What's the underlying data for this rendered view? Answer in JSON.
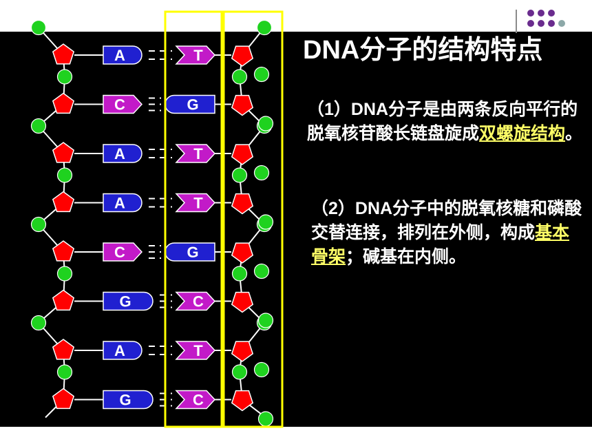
{
  "slide": {
    "title": "DNA分子的结构特点",
    "point1": {
      "text_before": "（1）DNA分子是由两条反向平行的脱氧核苷酸长链盘旋成",
      "highlight": "双螺旋结构",
      "text_after": "。"
    },
    "point2": {
      "text_before": "（2）DNA分子中的脱氧核糖和磷酸交替连接，排列在外侧，构成",
      "highlight": "基本骨架",
      "text_after": "；碱基在内侧。"
    }
  },
  "diagram": {
    "base_pairs": [
      {
        "left": "A",
        "right": "T"
      },
      {
        "left": "C",
        "right": "G"
      },
      {
        "left": "A",
        "right": "T"
      },
      {
        "left": "A",
        "right": "T"
      },
      {
        "left": "C",
        "right": "G"
      },
      {
        "left": "G",
        "right": "C"
      },
      {
        "left": "A",
        "right": "T"
      },
      {
        "left": "G",
        "right": "C"
      }
    ],
    "hydrogen_bonds": {
      "A": 2,
      "T": 2,
      "C": 3,
      "G": 3
    },
    "colors": {
      "phosphate": "#1fd21f",
      "sugar": "#ff0000",
      "purine_base": "#2020d0",
      "pyrimidine_base": "#c21ac8",
      "highlight_box": "#ffff00",
      "highlight_text": "#ffff66"
    }
  }
}
